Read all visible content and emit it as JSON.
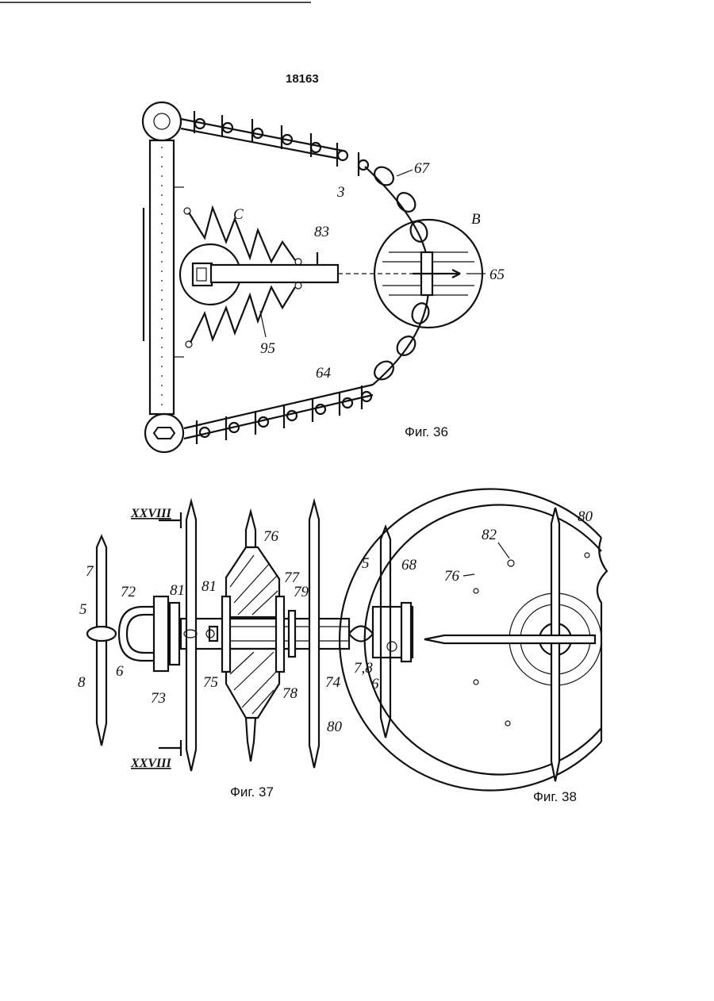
{
  "page_number": "18163",
  "figures": {
    "fig36": {
      "caption": "Фиг. 36",
      "labels": {
        "l67": "67",
        "l3": "3",
        "lC": "C",
        "l83": "83",
        "lB": "B",
        "l65": "65",
        "l95": "95",
        "l64": "64"
      }
    },
    "fig37": {
      "caption": "Фиг. 37",
      "section_top": "XXVIII",
      "section_bottom": "XXVIII",
      "labels": {
        "l7": "7",
        "l5a": "5",
        "l72": "72",
        "l6a": "6",
        "l8": "8",
        "l73": "73",
        "l81a": "81",
        "l81b": "81",
        "l76": "76",
        "l77": "77",
        "l79": "79",
        "l75": "75",
        "l78": "78",
        "l74": "74",
        "l80": "80",
        "l5b": "5",
        "l68": "68",
        "l78b": "7,8",
        "l6b": "6"
      }
    },
    "fig38": {
      "caption": "Фиг. 38",
      "labels": {
        "l82": "82",
        "l80": "80",
        "l76": "76"
      }
    }
  },
  "colors": {
    "ink": "#111111",
    "paper": "#ffffff"
  }
}
